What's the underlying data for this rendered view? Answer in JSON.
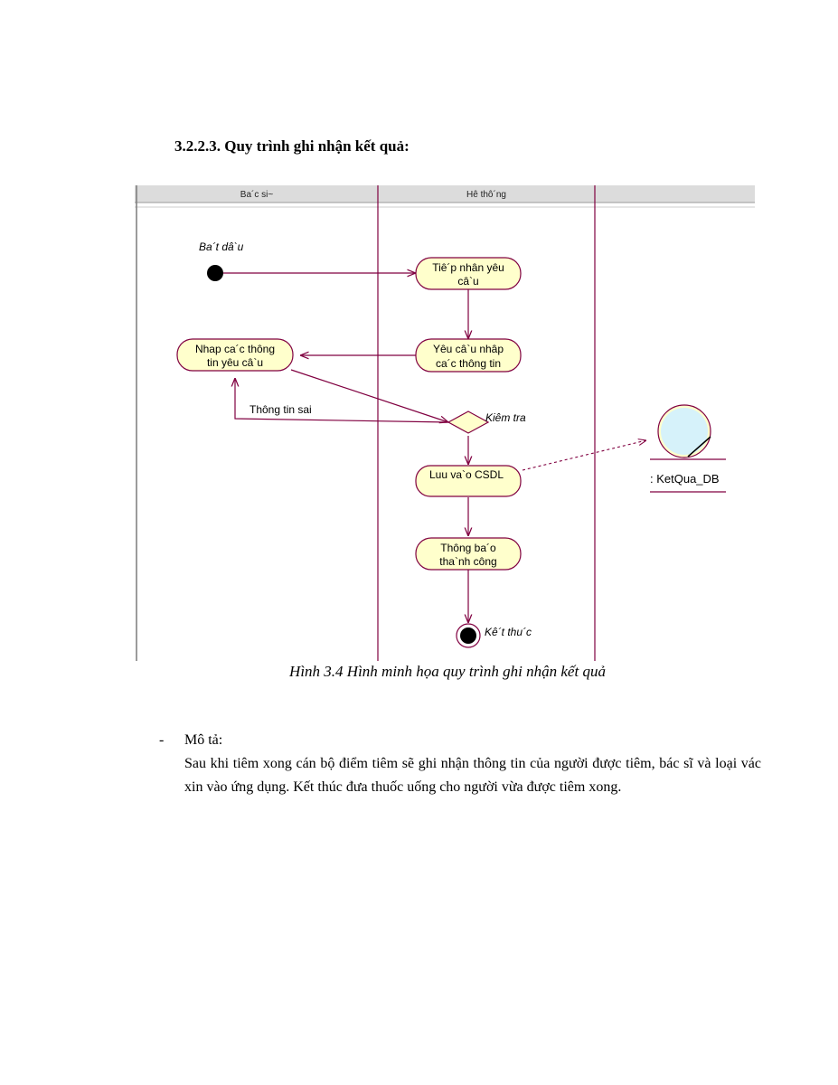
{
  "heading": "3.2.2.3. Quy trình ghi nhận kết quả:",
  "diagram": {
    "lanes": [
      "Ba´c si~",
      "Hê thô´ng"
    ],
    "start_label": "Ba´t dâ`u",
    "end_label": "Kê´t thu´c",
    "activities": {
      "receive_line1": "Tiê´p nhân yêu",
      "receive_line2": "câ`u",
      "request_line1": "Yêu câ`u nhâp",
      "request_line2": "ca´c thông tin",
      "input_line1": "Nhap ca´c thông",
      "input_line2": "tin yêu câ`u",
      "save": "Luu va`o CSDL",
      "notify_line1": "Thông ba´o",
      "notify_line2": "tha`nh công"
    },
    "decision_label": "Kiêm tra",
    "wrong_info_label": "Thông tin sai",
    "entity_label": ": KetQua_DB"
  },
  "caption": "Hình 3.4 Hình minh họa quy trình ghi nhận kết quả",
  "description": {
    "dash": "-",
    "title": "Mô tả:",
    "body": "Sau khi tiêm xong cán bộ điểm tiêm  sẽ ghi nhận thông tin của người được tiêm, bác sĩ và loại vác xin vào ứng dụng. Kết thúc đưa thuốc uống cho người vừa được tiêm xong."
  }
}
